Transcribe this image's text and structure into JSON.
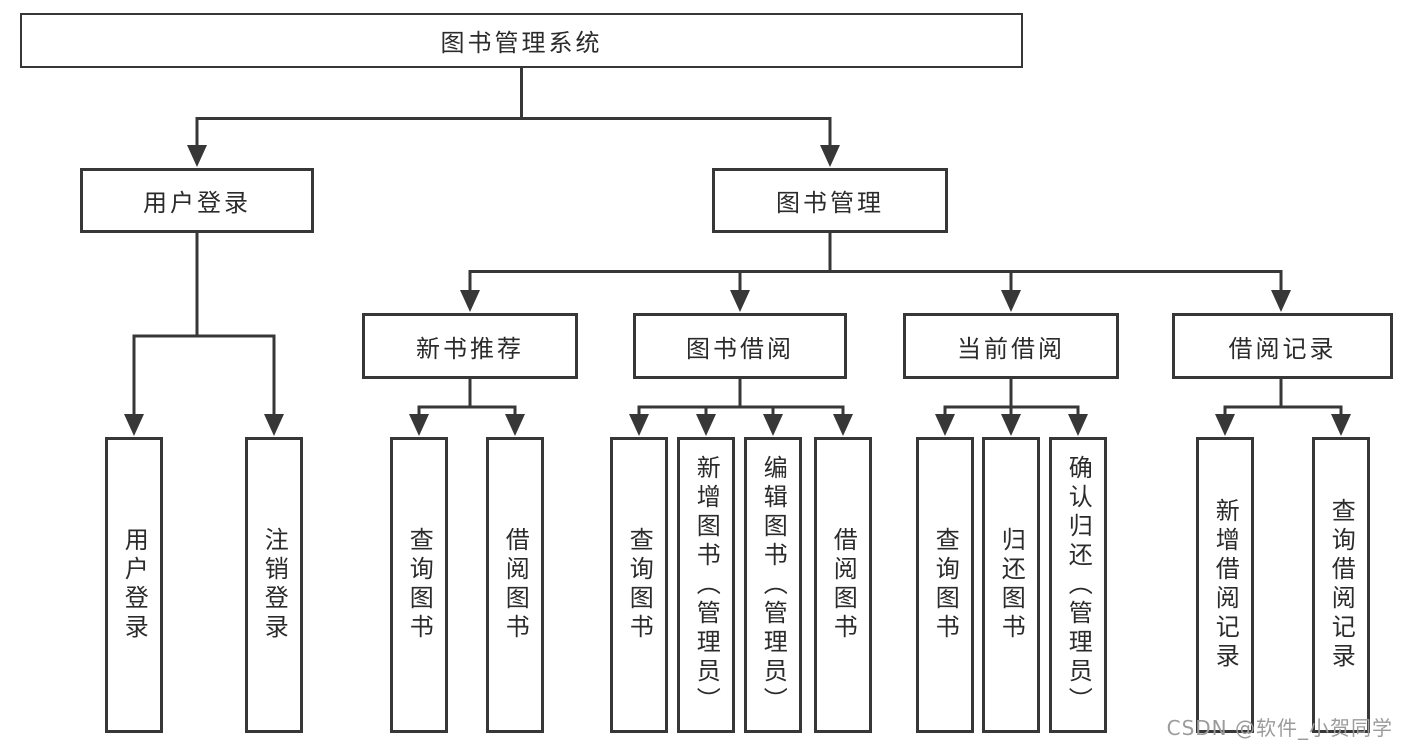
{
  "diagram": {
    "title_node": "图书管理系统",
    "root": {
      "label": "图书管理系统"
    },
    "branches": [
      {
        "label": "用户登录",
        "children": [
          {
            "label": "用户登录"
          },
          {
            "label": "注销登录"
          }
        ]
      },
      {
        "label": "图书管理",
        "children": [
          {
            "label": "新书推荐",
            "children": [
              {
                "label": "查询图书"
              },
              {
                "label": "借阅图书"
              }
            ]
          },
          {
            "label": "图书借阅",
            "children": [
              {
                "label": "查询图书"
              },
              {
                "label": "新增图书（管理员）"
              },
              {
                "label": "编辑图书（管理员）"
              },
              {
                "label": "借阅图书"
              }
            ]
          },
          {
            "label": "当前借阅",
            "children": [
              {
                "label": "查询图书"
              },
              {
                "label": "归还图书"
              },
              {
                "label": "确认归还（管理员）"
              }
            ]
          },
          {
            "label": "借阅记录",
            "children": [
              {
                "label": "新增借阅记录"
              },
              {
                "label": "查询借阅记录"
              }
            ]
          }
        ]
      }
    ],
    "colors": {
      "line": "#373737",
      "text": "#2b2b2b",
      "background": "#ffffff",
      "watermark": "#9b9b9b"
    }
  },
  "watermark": {
    "text": "CSDN @软件_小贺同学"
  }
}
